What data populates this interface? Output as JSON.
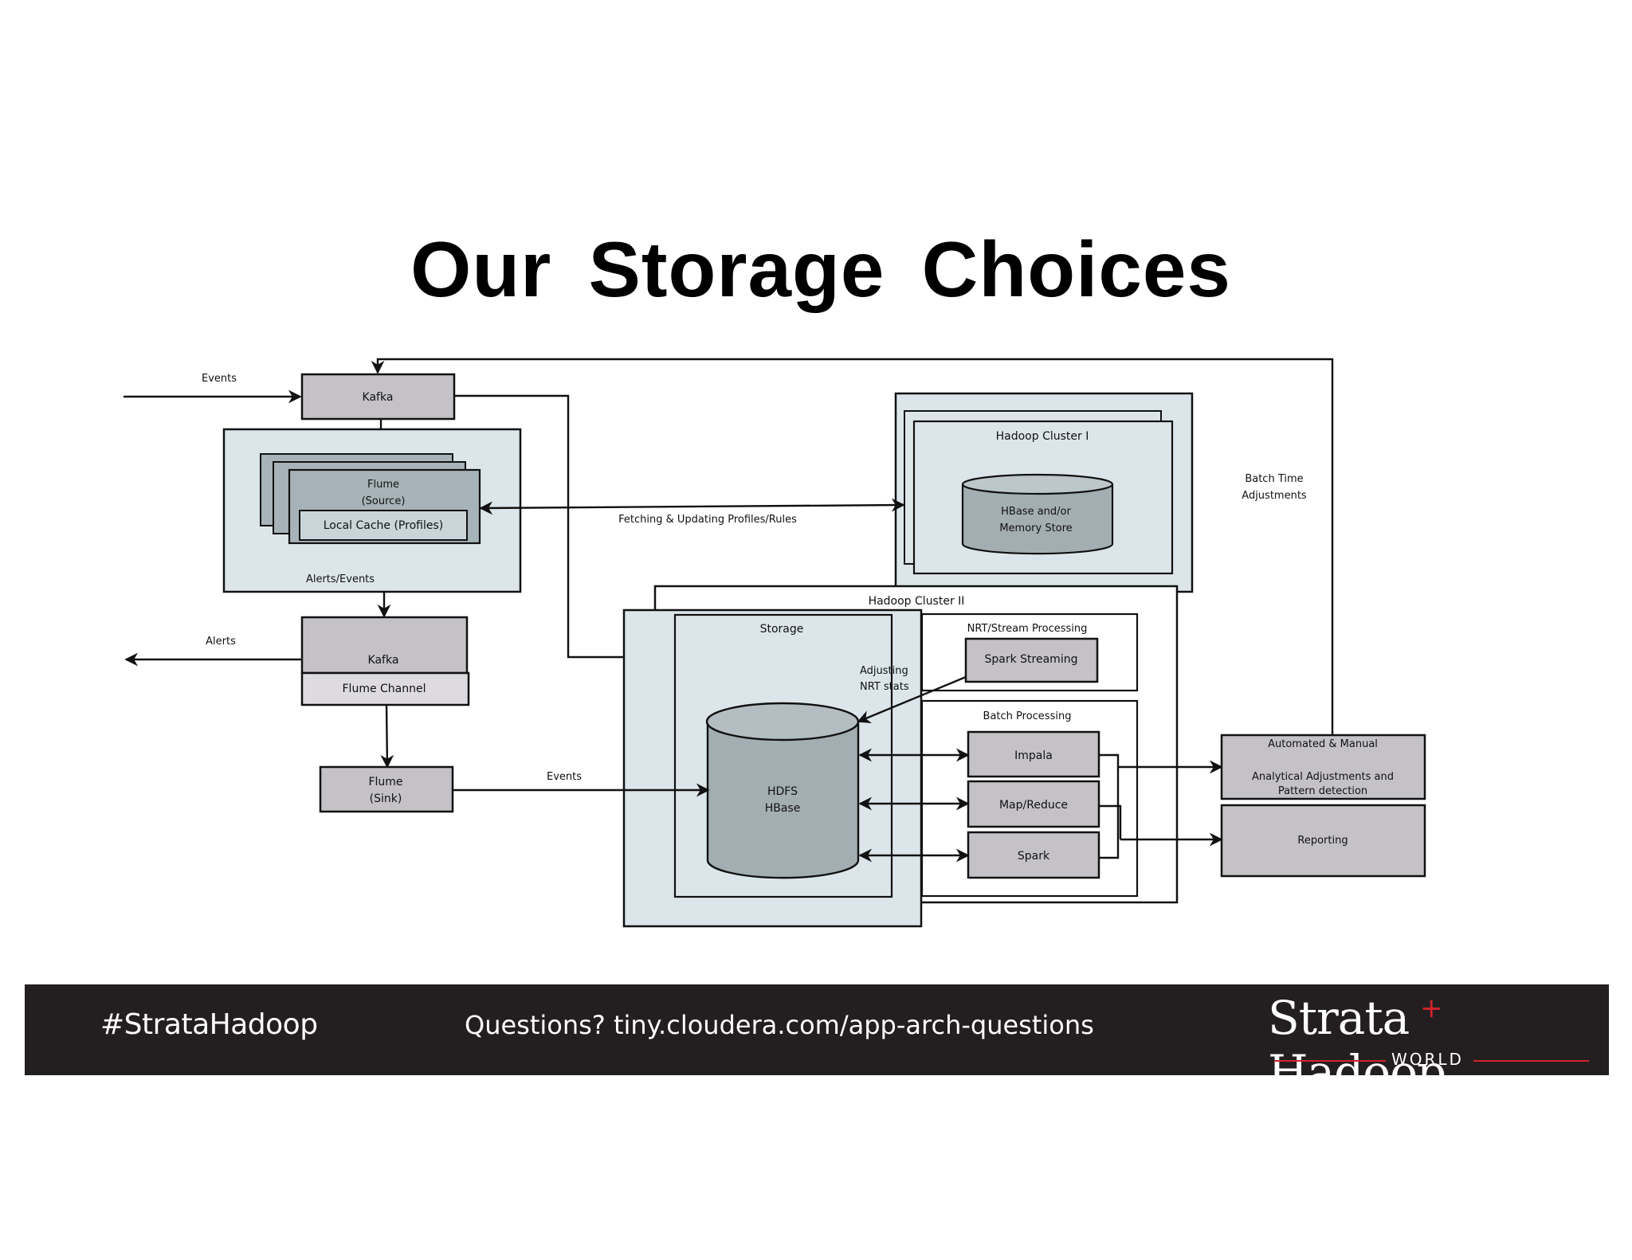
{
  "slide": {
    "title": "Our Storage Choices"
  },
  "diagram": {
    "events_in": "Events",
    "kafka_top": "Kafka",
    "flume_source_line1": "Flume",
    "flume_source_line2": "(Source)",
    "local_cache": "Local Cache (Profiles)",
    "alerts_events": "Alerts/Events",
    "alerts_out": "Alerts",
    "kafka_mid": "Kafka",
    "flume_channel": "Flume Channel",
    "flume_sink_line1": "Flume",
    "flume_sink_line2": "(Sink)",
    "events_mid": "Events",
    "fetching": "Fetching & Updating Profiles/Rules",
    "hadoop_cluster_1": "Hadoop Cluster I",
    "hbase_line1": "HBase and/or",
    "hbase_line2": "Memory Store",
    "batch_time_line1": "Batch Time",
    "batch_time_line2": "Adjustments",
    "hadoop_cluster_2": "Hadoop Cluster II",
    "storage": "Storage",
    "adjusting_line1": "Adjusting",
    "adjusting_line2": "NRT stats",
    "nrt_stream": "NRT/Stream Processing",
    "spark_streaming": "Spark Streaming",
    "batch_processing": "Batch Processing",
    "impala": "Impala",
    "map_reduce": "Map/Reduce",
    "spark": "Spark",
    "hdfs_line1": "HDFS",
    "hdfs_line2": "HBase",
    "automated_line1": "Automated & Manual",
    "automated_line2": "Analytical Adjustments and",
    "automated_line3": "Pattern detection",
    "reporting": "Reporting"
  },
  "footer": {
    "hashtag": "#StrataHadoop",
    "questions": "Questions? tiny.cloudera.com/app-arch-questions",
    "logo_main": "Strata Hadoop",
    "logo_sub": "WORLD"
  },
  "colors": {
    "footer_bg": "#231f20",
    "panel_fill": "#dce6ea",
    "box_gray": "#c4c2c6",
    "flume_stack": "#a6b3b8",
    "cylinder": "#a3aeb3",
    "logo_red": "#d2232a"
  }
}
